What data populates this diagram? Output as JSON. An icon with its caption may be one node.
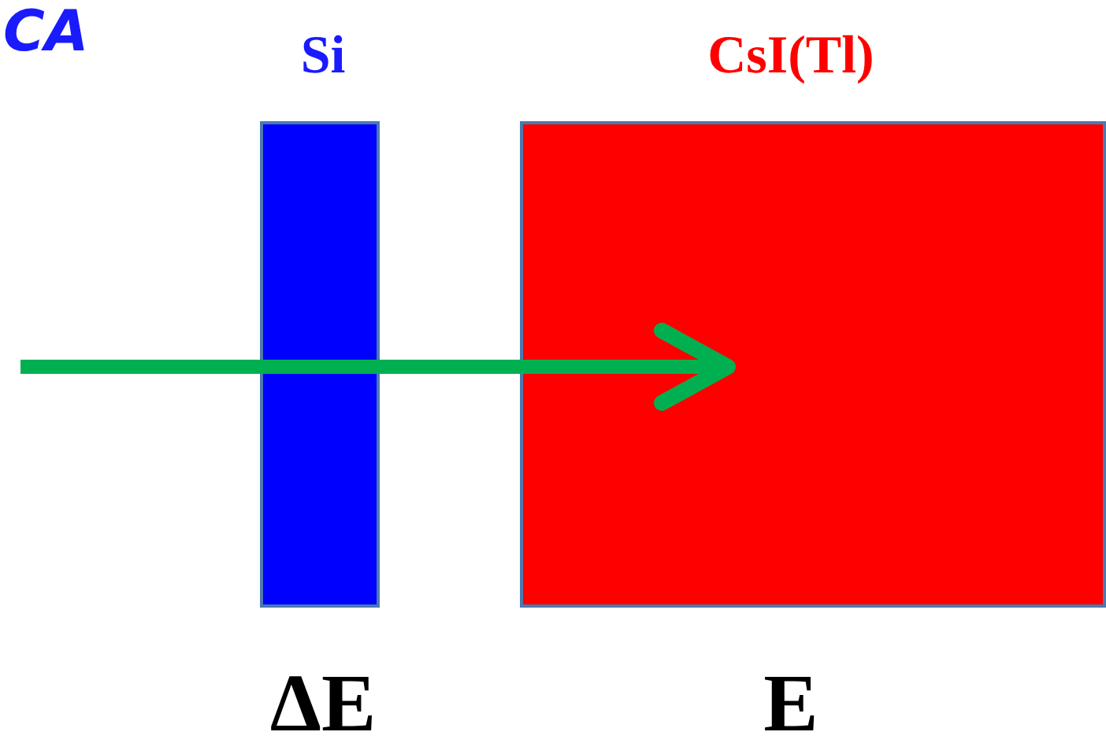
{
  "diagram": {
    "nodes": [
      {
        "text": [
          "Si"
        ],
        "beside": [
          "ΔE"
        ]
      },
      {
        "text": [
          "CsI(Tl)"
        ],
        "beside": [
          "E"
        ]
      }
    ],
    "labels": [
      "CA"
    ]
  }
}
